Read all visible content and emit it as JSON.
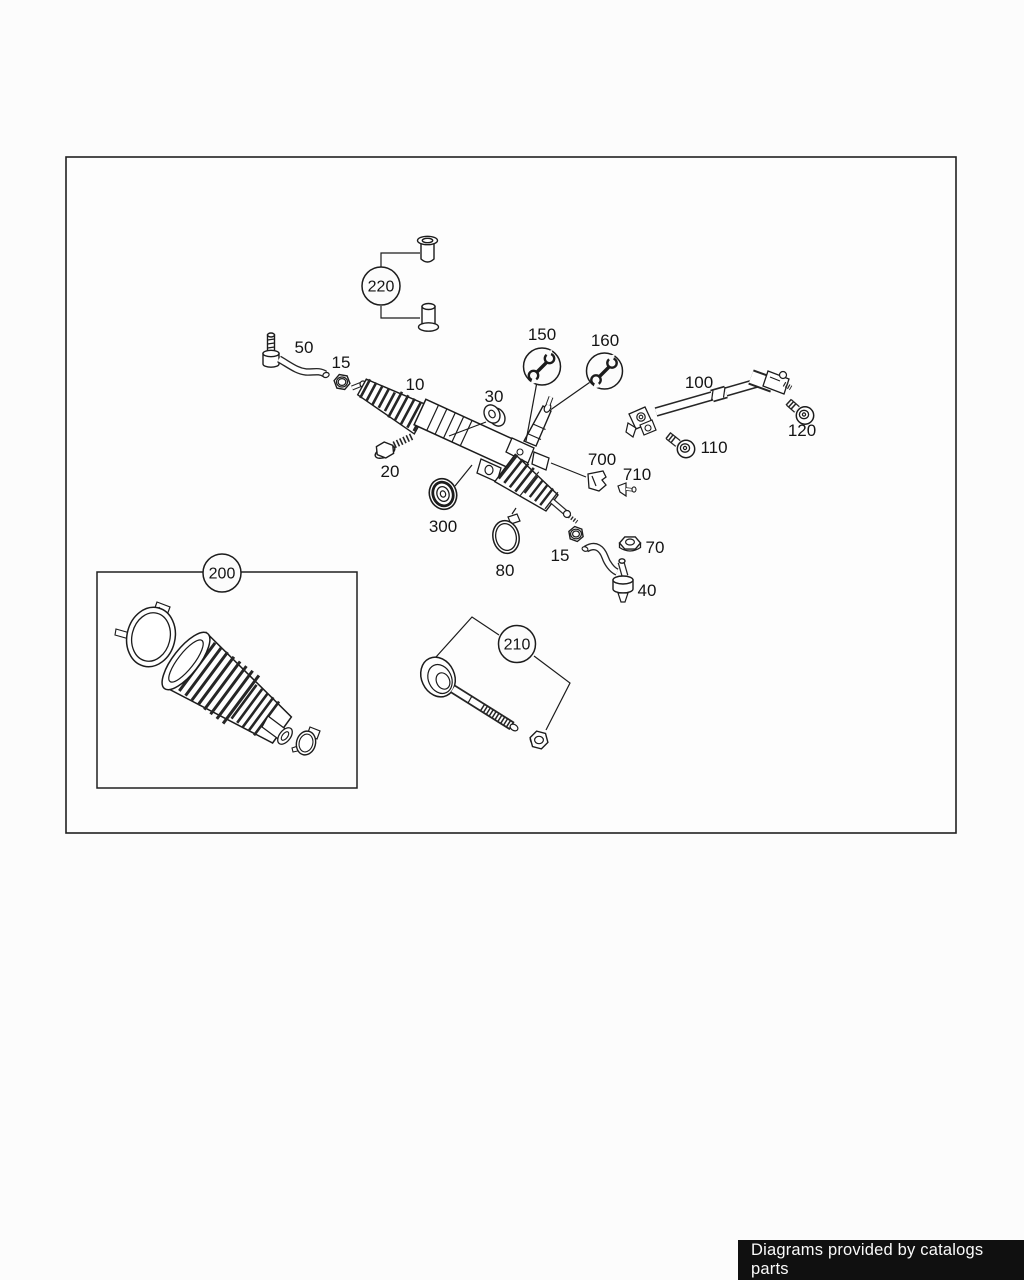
{
  "page": {
    "background": "#fcfcfc",
    "line_color": "#1c1c1c",
    "border_color": "#202020"
  },
  "diagram": {
    "callouts": {
      "c220": "220",
      "c200": "200",
      "c210": "210",
      "c150": "150",
      "c160": "160"
    },
    "labels": {
      "p10": "10",
      "p15l": "15",
      "p15r": "15",
      "p20": "20",
      "p30": "30",
      "p40": "40",
      "p50": "50",
      "p70": "70",
      "p80": "80",
      "p100": "100",
      "p110": "110",
      "p120": "120",
      "p300": "300",
      "p700": "700",
      "p710": "710"
    },
    "icons": {
      "wrench": "open-end-wrench"
    }
  },
  "footer": {
    "text": "Diagrams provided by catalogs parts",
    "bg": "#101010",
    "fg": "#fafafa"
  }
}
